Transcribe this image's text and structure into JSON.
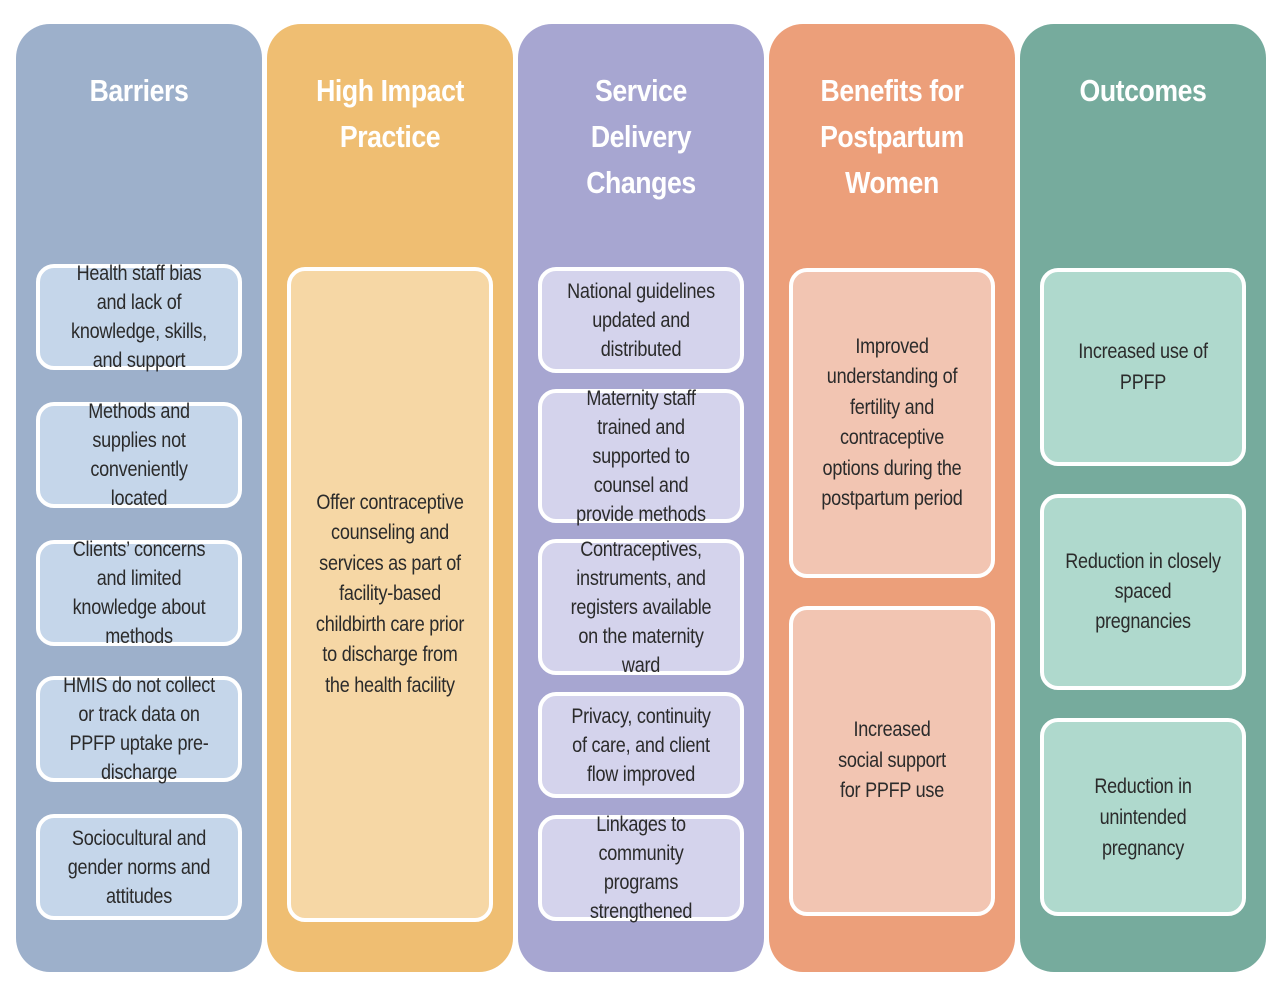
{
  "columns": [
    {
      "id": "barriers",
      "title_lines": [
        "Barriers"
      ],
      "bg": "#9db0cb",
      "box_bg": "#c5d6ea",
      "boxes": [
        "Health staff bias and lack of knowledge, skills, and support",
        "Methods and supplies not conveniently located",
        "Clients’ concerns and limited knowledge about methods",
        "HMIS do not collect or track data on PPFP uptake pre-discharge",
        "Sociocultural and gender norms and attitudes"
      ]
    },
    {
      "id": "high-impact-practice",
      "title_lines": [
        "High Impact",
        "Practice"
      ],
      "bg": "#efbe72",
      "box_bg": "#f6d7a5",
      "boxes": [
        "Offer contraceptive counseling and services as part of facility-based childbirth care prior to discharge from the health facility"
      ]
    },
    {
      "id": "service-delivery-changes",
      "title_lines": [
        "Service",
        "Delivery",
        "Changes"
      ],
      "bg": "#a7a6d1",
      "box_bg": "#d4d3ec",
      "boxes": [
        "National guidelines updated and distributed",
        "Maternity staff trained and supported to counsel and provide methods",
        "Contraceptives, instruments, and registers available on the maternity ward",
        "Privacy, continuity of care, and client flow improved",
        "Linkages to community programs strengthened"
      ]
    },
    {
      "id": "benefits-postpartum-women",
      "title_lines": [
        "Benefits for",
        "Postpartum",
        "Women"
      ],
      "bg": "#ec9f7a",
      "box_bg": "#f2c5b2",
      "boxes": [
        "Improved understanding of fertility and contraceptive options during the postpartum period",
        "Increased social support for PPFP use"
      ]
    },
    {
      "id": "outcomes",
      "title_lines": [
        "Outcomes"
      ],
      "bg": "#76ab9d",
      "box_bg": "#afd9cd",
      "boxes": [
        "Increased use of PPFP",
        "Reduction in closely spaced pregnancies",
        "Reduction in unintended pregnancy"
      ]
    }
  ]
}
